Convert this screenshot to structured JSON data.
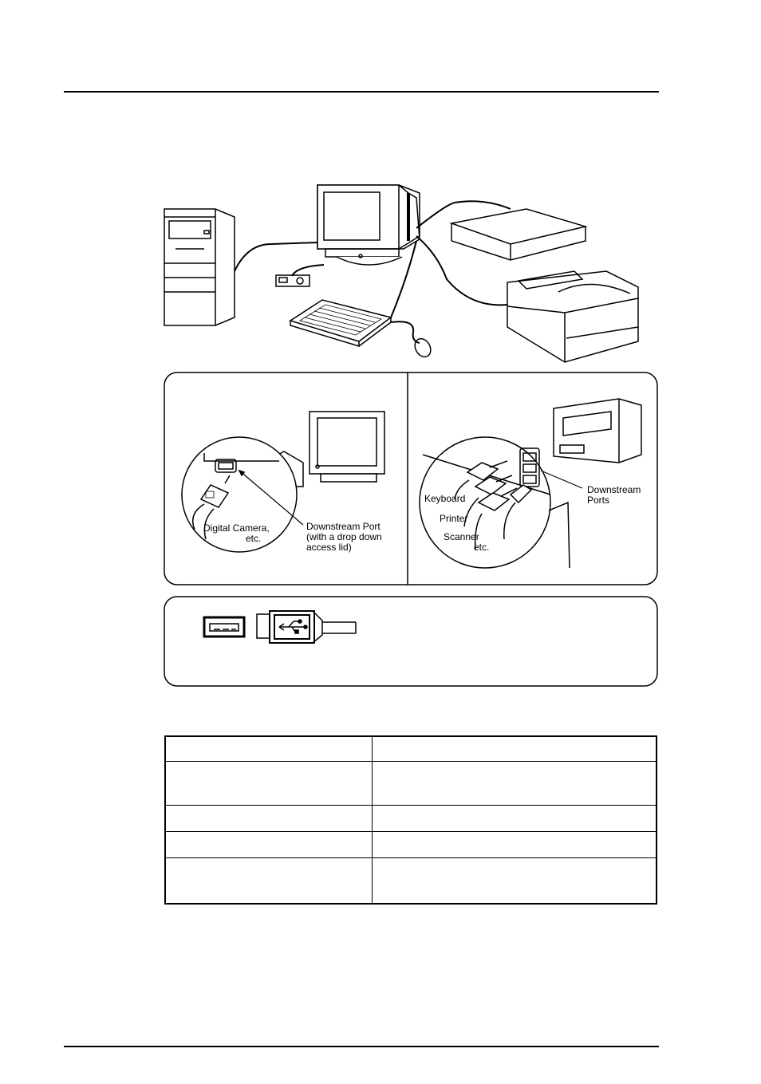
{
  "labels": {
    "digital_camera": [
      "Digital Camera,",
      "etc."
    ],
    "downstream_port": [
      "Downstream Port",
      "(with a drop down",
      "access lid)"
    ],
    "downstream_ports": [
      "Downstream",
      "Ports"
    ],
    "keyboard": "Keyboard",
    "printer": "Printer",
    "scanner": "Scanner",
    "etc": "etc."
  },
  "icons": {
    "usb_port": "usb-port-icon",
    "usb_plug": "usb-plug-icon",
    "usb_symbol": "usb-trident-icon"
  },
  "table": {
    "rows": [
      [
        "",
        ""
      ],
      [
        "",
        ""
      ],
      [
        "",
        ""
      ],
      [
        "",
        ""
      ],
      [
        "",
        ""
      ]
    ]
  }
}
